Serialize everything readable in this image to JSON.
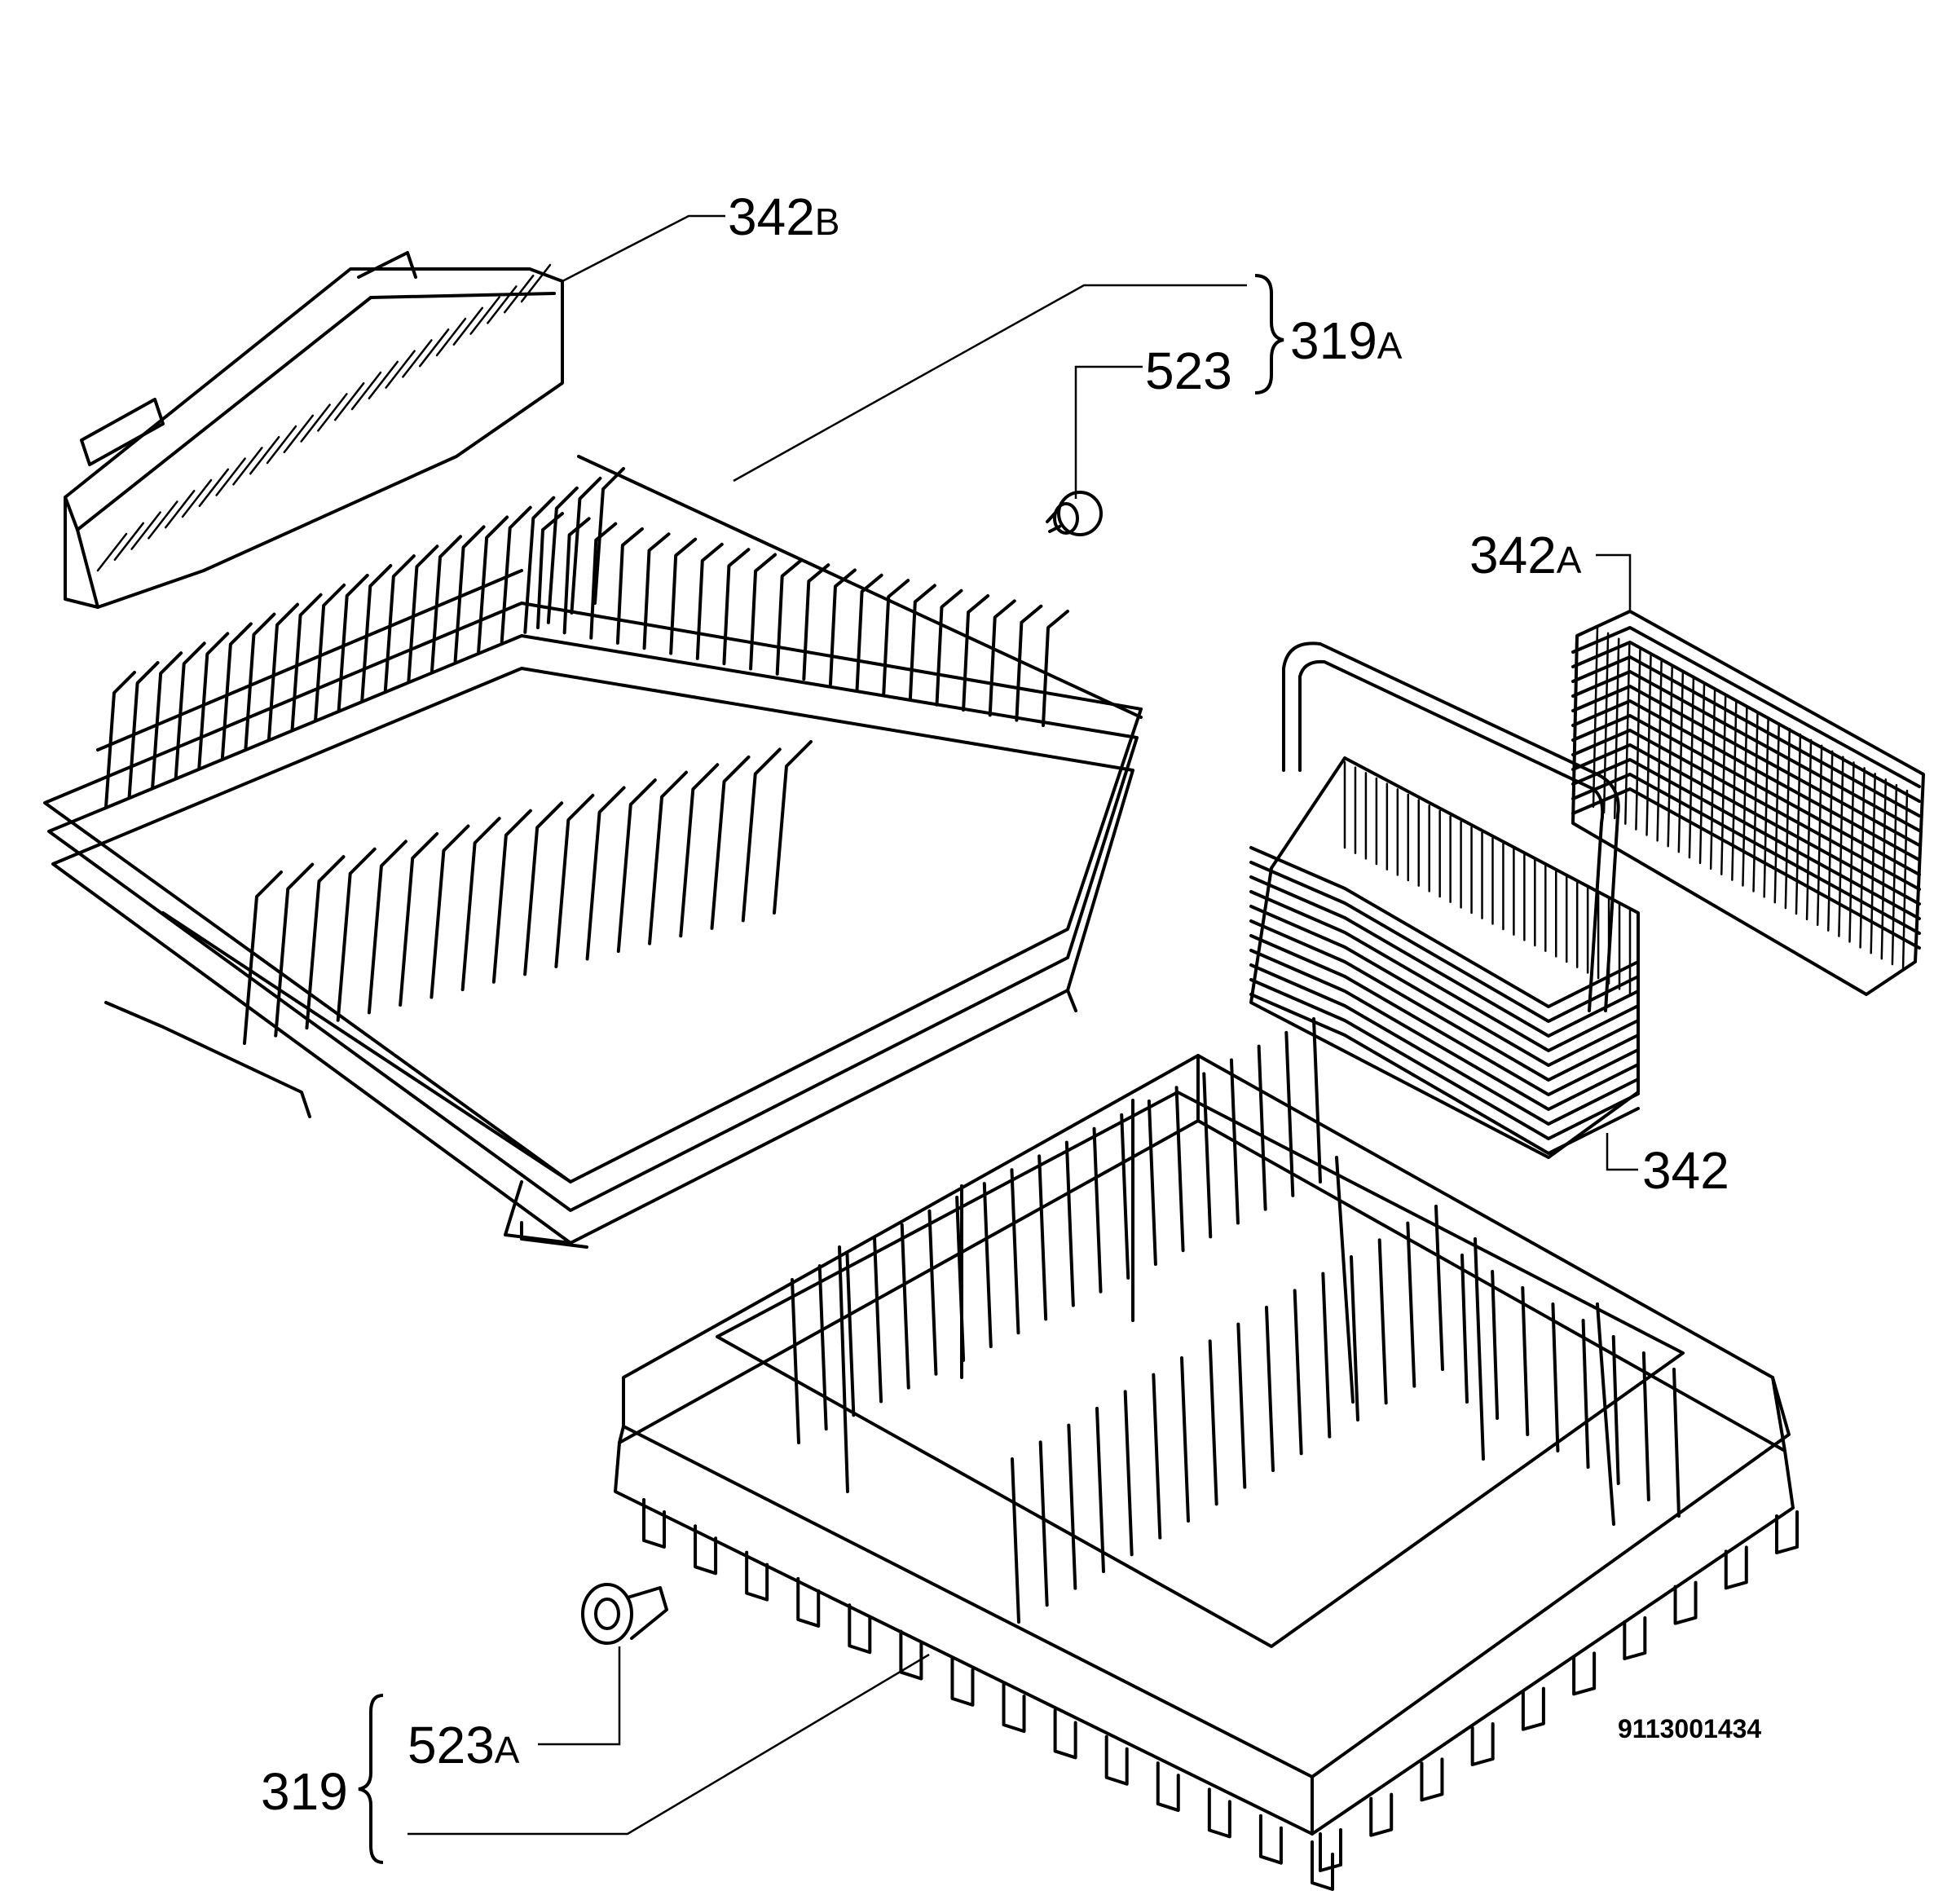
{
  "labels": {
    "l342b": {
      "num": "342",
      "suffix": "B"
    },
    "l319a": {
      "num": "319",
      "suffix": "A"
    },
    "l523": {
      "num": "523",
      "suffix": ""
    },
    "l342a": {
      "num": "342",
      "suffix": "A"
    },
    "l342": {
      "num": "342",
      "suffix": ""
    },
    "l523a": {
      "num": "523",
      "suffix": "A"
    },
    "l319": {
      "num": "319",
      "suffix": ""
    }
  },
  "drawing_code": "9113001434"
}
